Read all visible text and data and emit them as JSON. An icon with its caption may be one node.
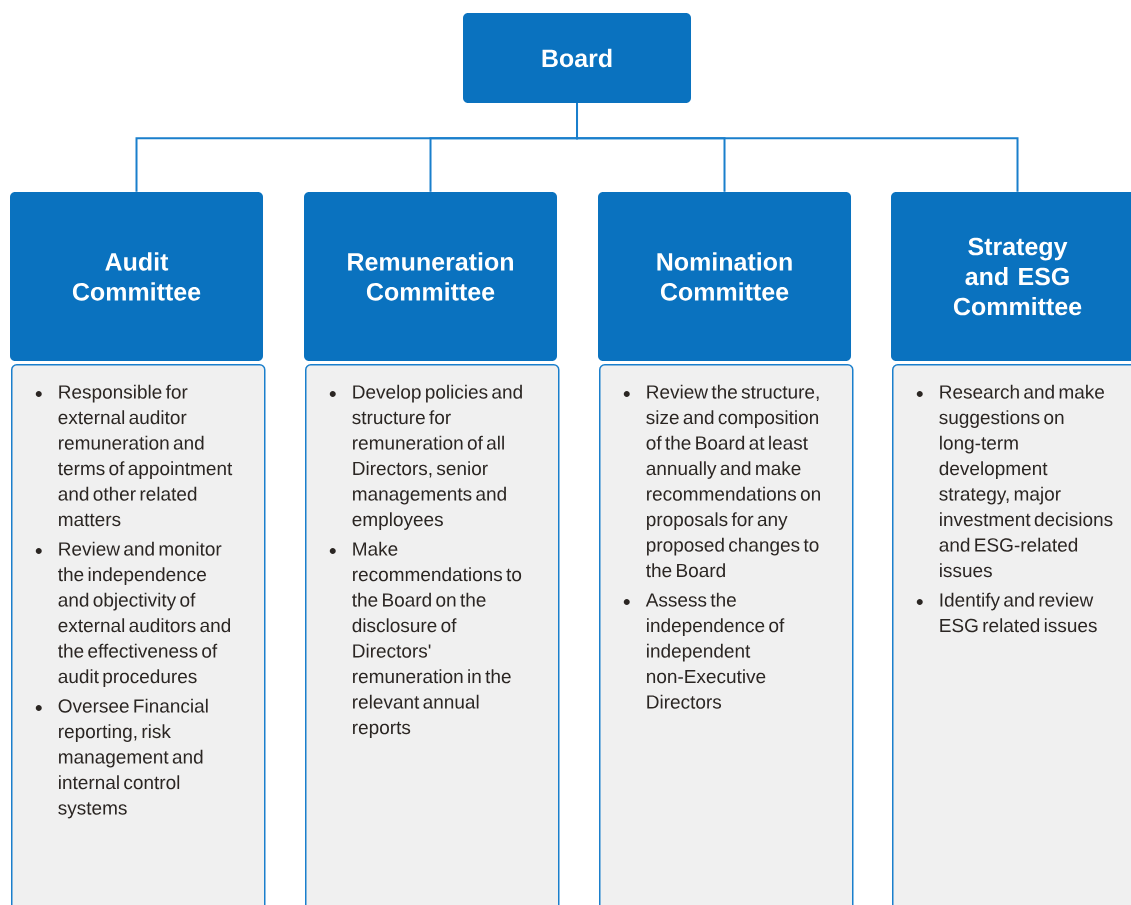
{
  "diagram": {
    "nodes": [
      {
        "text": [
          "Board"
        ]
      },
      {
        "text": [
          "Audit Committee"
        ]
      },
      {
        "text": [
          "Responsible for external auditor remuneration and terms of appointment and other related matters",
          "Review and monitor the independence and objectivity of external auditors and the effectiveness of audit procedures",
          "Oversee Financial reporting, risk management and internal control systems"
        ]
      },
      {
        "text": [
          "Remuneration Committee"
        ]
      },
      {
        "text": [
          "Develop policies and structure for remuneration of all Directors, senior managements and employees",
          "Make recommendations to the Board on the disclosure of Directors' remuneration in the relevant annual reports"
        ]
      },
      {
        "text": [
          "Nomination Committee"
        ]
      },
      {
        "text": [
          "Review the structure, size and composition of the Board at least annually and make recommendations on proposals for any proposed changes to the Board",
          "Assess the independence of independent non-Executive Directors"
        ]
      },
      {
        "text": [
          "Strategy and ESG Committee"
        ]
      },
      {
        "text": [
          "Research and make suggestions on long-term development strategy, major investment decisions and ESG-related issues",
          "Identify and review ESG related issues"
        ]
      }
    ],
    "edges": [
      {
        "from": 0,
        "to": 1,
        "arrow": "none"
      },
      {
        "from": 0,
        "to": 3,
        "arrow": "none"
      },
      {
        "from": 0,
        "to": 5,
        "arrow": "none"
      },
      {
        "from": 0,
        "to": 7,
        "arrow": "none"
      }
    ]
  }
}
